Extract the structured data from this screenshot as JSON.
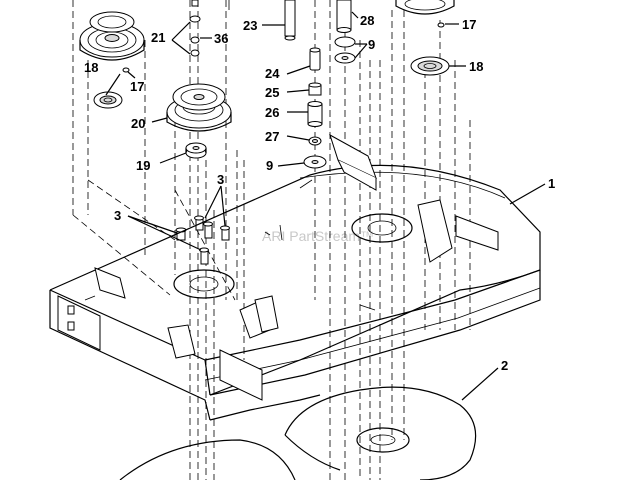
{
  "watermark": "ARI PartStream™",
  "callouts": [
    {
      "id": "c1",
      "text": "1"
    },
    {
      "id": "c2",
      "text": "2"
    },
    {
      "id": "c3a",
      "text": "3"
    },
    {
      "id": "c3b",
      "text": "3"
    },
    {
      "id": "c9a",
      "text": "9"
    },
    {
      "id": "c9b",
      "text": "9"
    },
    {
      "id": "c17a",
      "text": "17"
    },
    {
      "id": "c17b",
      "text": "17"
    },
    {
      "id": "c18a",
      "text": "18"
    },
    {
      "id": "c18b",
      "text": "18"
    },
    {
      "id": "c19",
      "text": "19"
    },
    {
      "id": "c20",
      "text": "20"
    },
    {
      "id": "c21",
      "text": "21"
    },
    {
      "id": "c23",
      "text": "23"
    },
    {
      "id": "c24",
      "text": "24"
    },
    {
      "id": "c25",
      "text": "25"
    },
    {
      "id": "c26",
      "text": "26"
    },
    {
      "id": "c27",
      "text": "27"
    },
    {
      "id": "c28",
      "text": "28"
    },
    {
      "id": "c36",
      "text": "36"
    }
  ]
}
